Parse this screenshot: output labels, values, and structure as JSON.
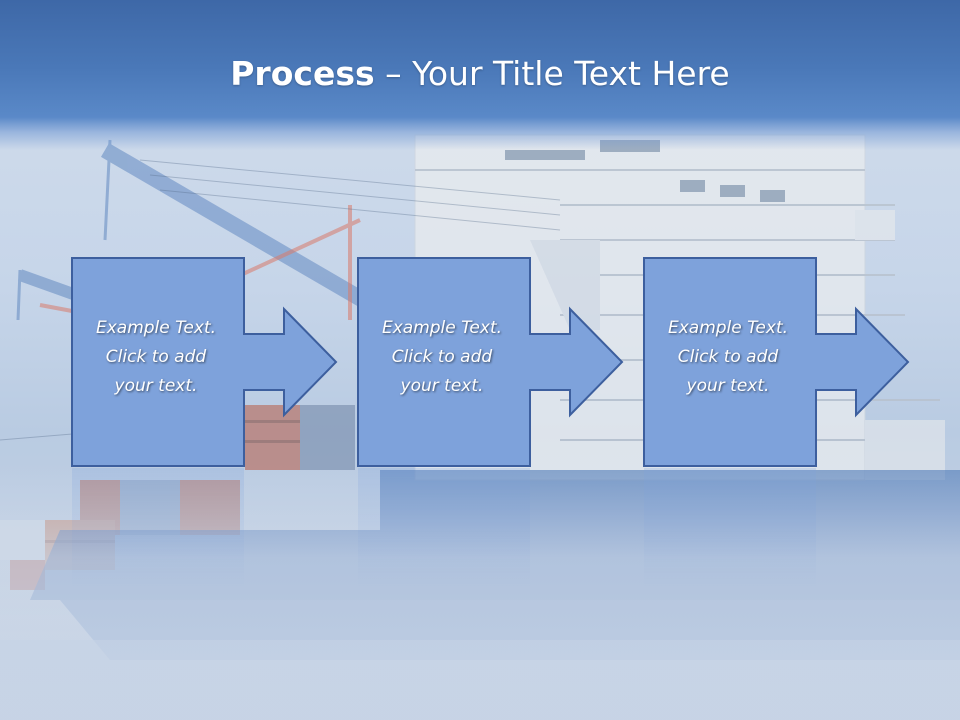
{
  "title": {
    "bold": "Process",
    "rest": " – Your Title Text Here"
  },
  "steps": [
    {
      "text": "Example Text.\nClick  to add\nyour text."
    },
    {
      "text": "Example Text.\nClick  to add\nyour text."
    },
    {
      "text": "Example Text.\nClick  to add\nyour text."
    }
  ],
  "colors": {
    "title_band": "#4a78b8",
    "step_fill": "#7ea2db",
    "step_border": "#3d5f9e",
    "title_text": "#ffffff"
  }
}
